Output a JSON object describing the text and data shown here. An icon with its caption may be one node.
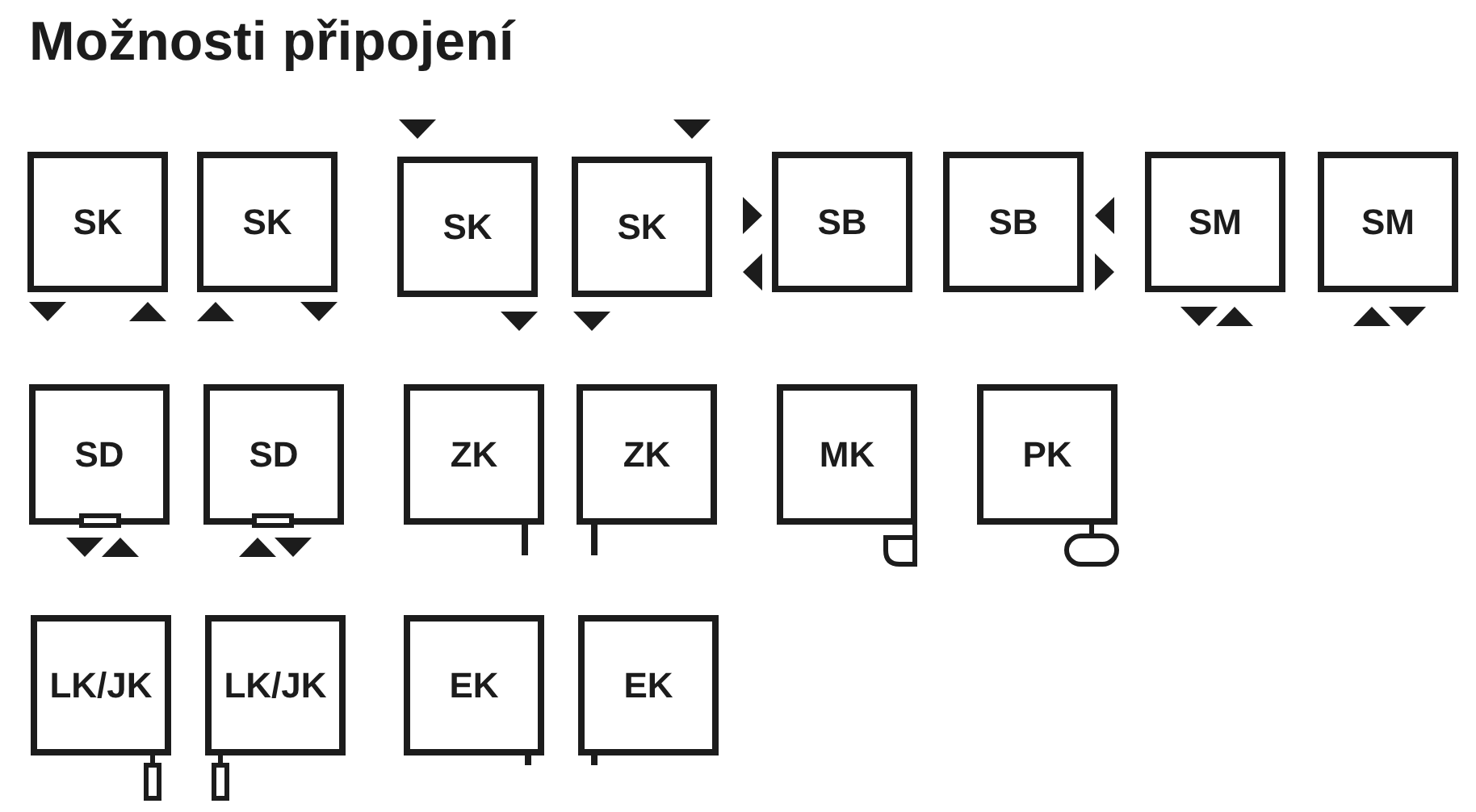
{
  "diagram": {
    "title": "Možnosti připojení",
    "nodes": [
      {
        "text": [
          "SK"
        ]
      },
      {
        "text": [
          "SK"
        ]
      },
      {
        "text": [
          "SK"
        ]
      },
      {
        "text": [
          "SK"
        ]
      },
      {
        "text": [
          "SB"
        ]
      },
      {
        "text": [
          "SB"
        ]
      },
      {
        "text": [
          "SM"
        ]
      },
      {
        "text": [
          "SM"
        ]
      },
      {
        "text": [
          "SD"
        ]
      },
      {
        "text": [
          "SD"
        ]
      },
      {
        "text": [
          "ZK"
        ]
      },
      {
        "text": [
          "ZK"
        ]
      },
      {
        "text": [
          "MK"
        ]
      },
      {
        "text": [
          "PK"
        ]
      },
      {
        "text": [
          "LK/JK"
        ]
      },
      {
        "text": [
          "LK/JK"
        ]
      },
      {
        "text": [
          "EK"
        ]
      },
      {
        "text": [
          "EK"
        ]
      }
    ]
  }
}
